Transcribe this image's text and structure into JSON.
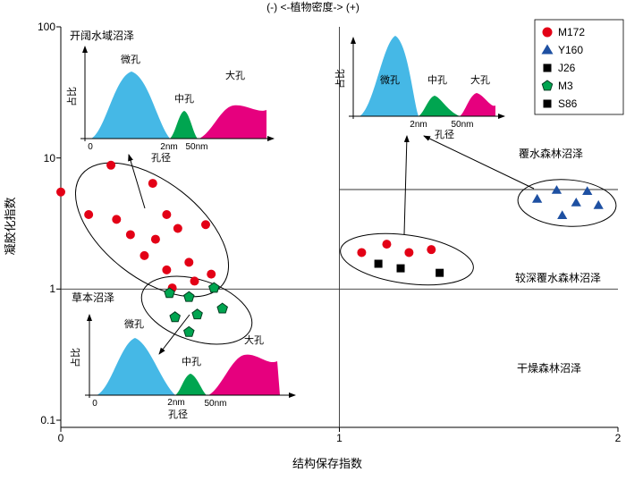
{
  "title": "(-) <-植物密度-> (+)",
  "axes": {
    "x_label": "结构保存指数",
    "y_label": "凝胶化指数",
    "x_ticks": [
      "0",
      "1",
      "2"
    ],
    "y_ticks": [
      "100",
      "10",
      "1",
      "0.1"
    ]
  },
  "regions": {
    "covered_forest": "覆水森林沼泽",
    "deep_covered_forest": "较深覆水森林沼泽",
    "dry_forest": "干燥森林沼泽"
  },
  "colors": {
    "micro": "#45b8e6",
    "meso": "#00a550",
    "macro": "#e6007e"
  },
  "insets": [
    {
      "title": "开阔水域沼泽",
      "y_label": "占比",
      "x_label": "孔径",
      "labels": {
        "micro": "微孔",
        "meso": "中孔",
        "macro": "大孔"
      },
      "ticks": [
        "0",
        "2nm",
        "50nm"
      ]
    },
    {
      "y_label": "占比",
      "x_label": "孔径",
      "labels": {
        "micro": "微孔",
        "meso": "中孔",
        "macro": "大孔"
      },
      "ticks": [
        "2nm",
        "50nm"
      ]
    },
    {
      "title": "草本沼泽",
      "y_label": "占比",
      "x_label": "孔径",
      "labels": {
        "micro": "微孔",
        "meso": "中孔",
        "macro": "大孔"
      },
      "ticks": [
        "0",
        "2nm",
        "50nm"
      ]
    }
  ],
  "legend": {
    "items": [
      {
        "label": "M172",
        "marker": "circle",
        "color": "#e30016"
      },
      {
        "label": "Y160",
        "marker": "triangle",
        "color": "#1e50a2"
      },
      {
        "label": "J26",
        "marker": "square",
        "color": "#000000"
      },
      {
        "label": "M3",
        "marker": "pentagon",
        "color": "#00a550"
      },
      {
        "label": "S86",
        "marker": "square",
        "color": "#000000"
      }
    ]
  },
  "chart_data": {
    "type": "scatter",
    "title": "(-) <-植物密度-> (+)",
    "xlabel": "结构保存指数",
    "ylabel": "凝胶化指数",
    "x_range": [
      0,
      2
    ],
    "y_scale": "log",
    "y_range": [
      0.1,
      100
    ],
    "boundaries": {
      "vertical_x": 1,
      "horizontal_y_full": 1,
      "horizontal_y_right_half": 5.7
    },
    "series": [
      {
        "name": "M172",
        "marker": "circle",
        "color": "#e30016",
        "points": [
          [
            0.0,
            5.5
          ],
          [
            0.18,
            8.8
          ],
          [
            0.1,
            3.7
          ],
          [
            0.2,
            3.4
          ],
          [
            0.25,
            2.6
          ],
          [
            0.33,
            6.4
          ],
          [
            0.38,
            3.7
          ],
          [
            0.34,
            2.4
          ],
          [
            0.42,
            2.9
          ],
          [
            0.3,
            1.8
          ],
          [
            0.38,
            1.4
          ],
          [
            0.46,
            1.6
          ],
          [
            0.52,
            3.1
          ],
          [
            0.48,
            1.15
          ],
          [
            0.54,
            1.3
          ],
          [
            0.4,
            1.02
          ],
          [
            1.08,
            1.9
          ],
          [
            1.17,
            2.2
          ],
          [
            1.25,
            1.9
          ],
          [
            1.33,
            2.0
          ]
        ]
      },
      {
        "name": "Y160",
        "marker": "triangle",
        "color": "#1e50a2",
        "points": [
          [
            1.71,
            4.8
          ],
          [
            1.78,
            5.6
          ],
          [
            1.85,
            4.5
          ],
          [
            1.89,
            5.5
          ],
          [
            1.93,
            4.3
          ],
          [
            1.8,
            3.6
          ]
        ]
      },
      {
        "name": "J26",
        "marker": "square",
        "color": "#000000",
        "points": [
          [
            1.14,
            1.56
          ],
          [
            1.22,
            1.44
          ]
        ]
      },
      {
        "name": "M3",
        "marker": "pentagon",
        "color": "#00a550",
        "points": [
          [
            0.39,
            0.93
          ],
          [
            0.46,
            0.87
          ],
          [
            0.55,
            1.02
          ],
          [
            0.41,
            0.61
          ],
          [
            0.49,
            0.64
          ],
          [
            0.58,
            0.71
          ],
          [
            0.46,
            0.47
          ]
        ]
      },
      {
        "name": "S86",
        "marker": "square",
        "color": "#000000",
        "points": [
          [
            1.36,
            1.33
          ]
        ]
      }
    ]
  }
}
